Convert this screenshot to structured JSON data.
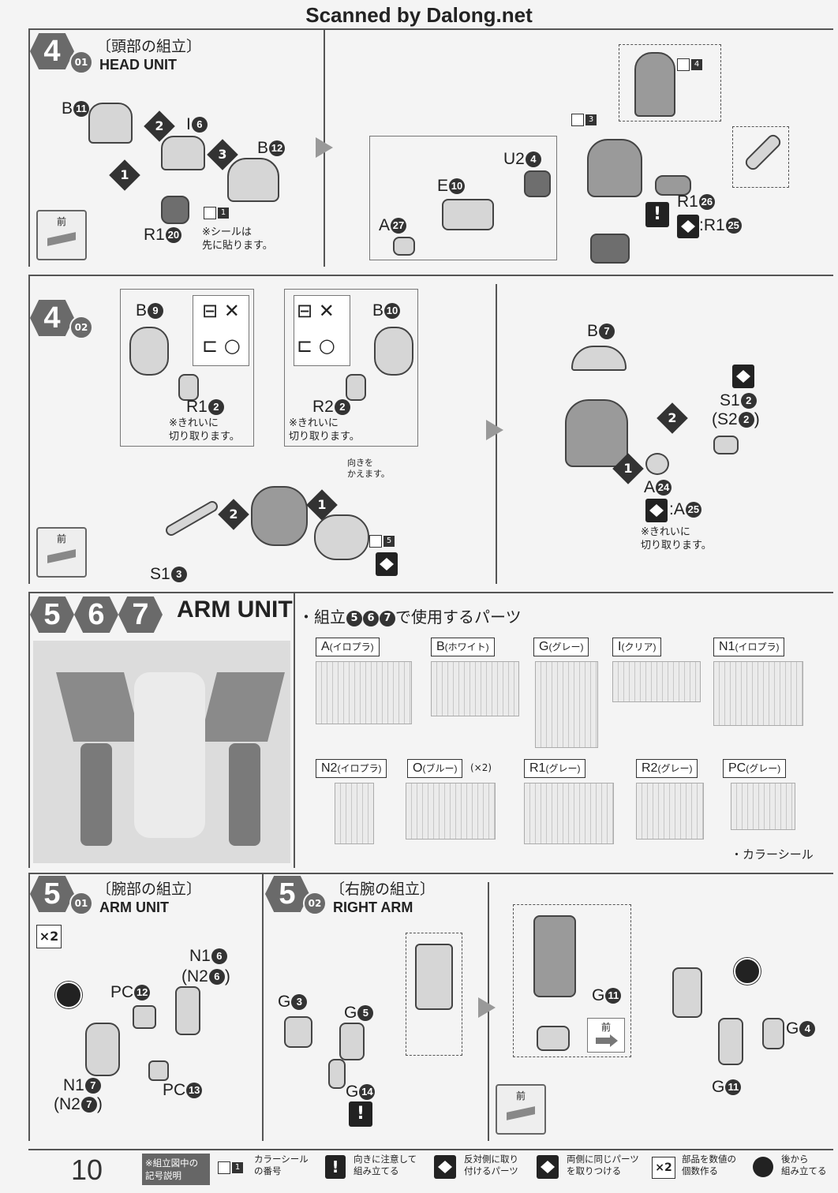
{
  "header": {
    "scan_credit": "Scanned by Dalong.net"
  },
  "page_number": "10",
  "step4_01": {
    "step": "4",
    "sub": "01",
    "title_jp": "〔頭部の組立〕",
    "title_en": "HEAD UNIT",
    "labels": {
      "b11": "B",
      "i6": "I",
      "b12": "B",
      "r1_20": "R1",
      "u2_4": "U2",
      "e10": "E",
      "a27": "A",
      "r1_26": "R1",
      "r1_25": ":R1"
    },
    "nums": {
      "n11": "11",
      "n6": "6",
      "n12": "12",
      "n20": "20",
      "n4": "4",
      "n10": "10",
      "n27": "27",
      "n26": "26",
      "n25": "25"
    },
    "steps": [
      "1",
      "2",
      "3"
    ],
    "note_sticker": "※シールは\n先に貼ります。",
    "sticker_nums": [
      "1",
      "3",
      "4"
    ],
    "front": "前"
  },
  "step4_02": {
    "step": "4",
    "sub": "02",
    "labels": {
      "b9": "B",
      "b10": "B",
      "r1_2": "R1",
      "r2_2": "R2",
      "s1_3": "S1",
      "b7": "B",
      "s1_2": "S1",
      "s2_2": "(S2",
      "a24": "A",
      "a25": ":A"
    },
    "nums": {
      "n9": "9",
      "n10": "10",
      "n2a": "2",
      "n2b": "2",
      "n3": "3",
      "n7": "7",
      "n2c": "2",
      "n2d": "2",
      "n24": "24",
      "n25": "25"
    },
    "close_paren": ")",
    "note_cut1": "※きれいに\n切り取ります。",
    "note_cut2": "※きれいに\n切り取ります。",
    "note_cut3": "※きれいに\n切り取ります。",
    "note_turn": "向きを\nかえます。",
    "sticker_num": "5",
    "steps": [
      "1",
      "2",
      "1",
      "2"
    ],
    "front": "前"
  },
  "arm_unit": {
    "steps": [
      "5",
      "6",
      "7"
    ],
    "title_en": "ARM UNIT",
    "parts_heading_pre": "・組立",
    "parts_heading_post": "で使用するパーツ",
    "runners": [
      {
        "name": "A",
        "color": "(イロプラ)"
      },
      {
        "name": "B",
        "color": "(ホワイト)"
      },
      {
        "name": "G",
        "color": "(グレー)"
      },
      {
        "name": "I",
        "color": "(クリア)"
      },
      {
        "name": "N1",
        "color": "(イロプラ)"
      },
      {
        "name": "N2",
        "color": "(イロプラ)"
      },
      {
        "name": "O",
        "color": "(ブルー)"
      },
      {
        "name": "R1",
        "color": "(グレー)"
      },
      {
        "name": "R2",
        "color": "(グレー)"
      },
      {
        "name": "PC",
        "color": "(グレー)"
      }
    ],
    "o_count": "(×2)",
    "color_sticker": "・カラーシール"
  },
  "step5_01": {
    "step": "5",
    "sub": "01",
    "title_jp": "〔腕部の組立〕",
    "title_en": "ARM UNIT",
    "multiplier": "×2",
    "labels": {
      "n1_6": "N1",
      "n2_6": "(N2",
      "pc12": "PC",
      "n1_7": "N1",
      "n2_7": "(N2",
      "pc13": "PC"
    },
    "nums": {
      "n6a": "6",
      "n6b": "6",
      "n12": "12",
      "n7a": "7",
      "n7b": "7",
      "n13": "13"
    },
    "close_paren": ")"
  },
  "step5_02": {
    "step": "5",
    "sub": "02",
    "title_jp": "〔右腕の組立〕",
    "title_en": "RIGHT ARM",
    "labels": {
      "g3": "G",
      "g5": "G",
      "g14": "G",
      "g11a": "G",
      "g4": "G",
      "g11b": "G"
    },
    "nums": {
      "n3": "3",
      "n5": "5",
      "n14": "14",
      "n11a": "11",
      "n4": "4",
      "n11b": "11"
    },
    "front_a": "前",
    "front_b": "前"
  },
  "legend": {
    "title": "※組立図中の\n記号説明",
    "items": [
      {
        "text": "カラーシール\nの番号",
        "num": "1"
      },
      {
        "text": "向きに注意して\n組み立てる"
      },
      {
        "text": "反対側に取り\n付けるパーツ"
      },
      {
        "text": "両側に同じパーツ\nを取りつける"
      },
      {
        "text": "部品を数値の\n個数作る",
        "icon": "×2"
      },
      {
        "text": "後から\n組み立てる"
      }
    ]
  },
  "icons": [
    "warning-icon",
    "mirror-icon",
    "same-both-sides-icon",
    "sticker-icon",
    "later-assembly-icon",
    "front-arrow-icon"
  ]
}
